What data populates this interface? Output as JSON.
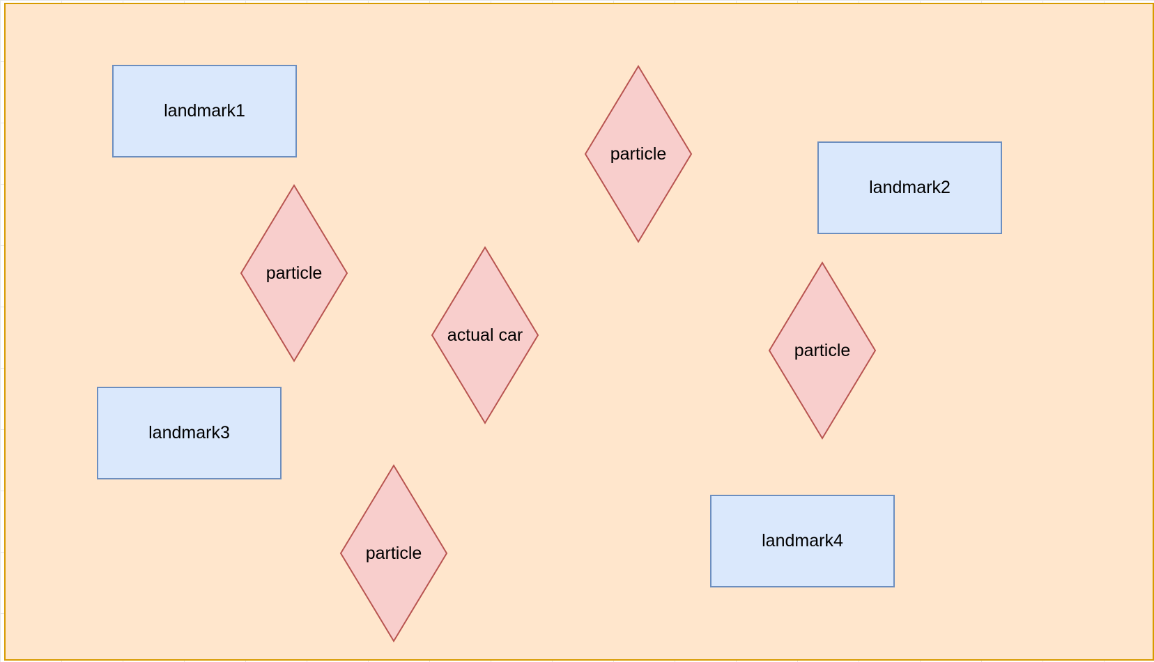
{
  "colors": {
    "frame_fill": "#ffe6cc",
    "frame_stroke": "#d79b00",
    "landmark_fill": "#dae8fc",
    "landmark_stroke": "#6c8ebf",
    "particle_fill": "#f8cecc",
    "particle_stroke": "#b85450"
  },
  "landmarks": [
    {
      "label": "landmark1"
    },
    {
      "label": "landmark2"
    },
    {
      "label": "landmark3"
    },
    {
      "label": "landmark4"
    }
  ],
  "diamonds": [
    {
      "label": "particle"
    },
    {
      "label": "particle"
    },
    {
      "label": "actual car"
    },
    {
      "label": "particle"
    },
    {
      "label": "particle"
    }
  ]
}
